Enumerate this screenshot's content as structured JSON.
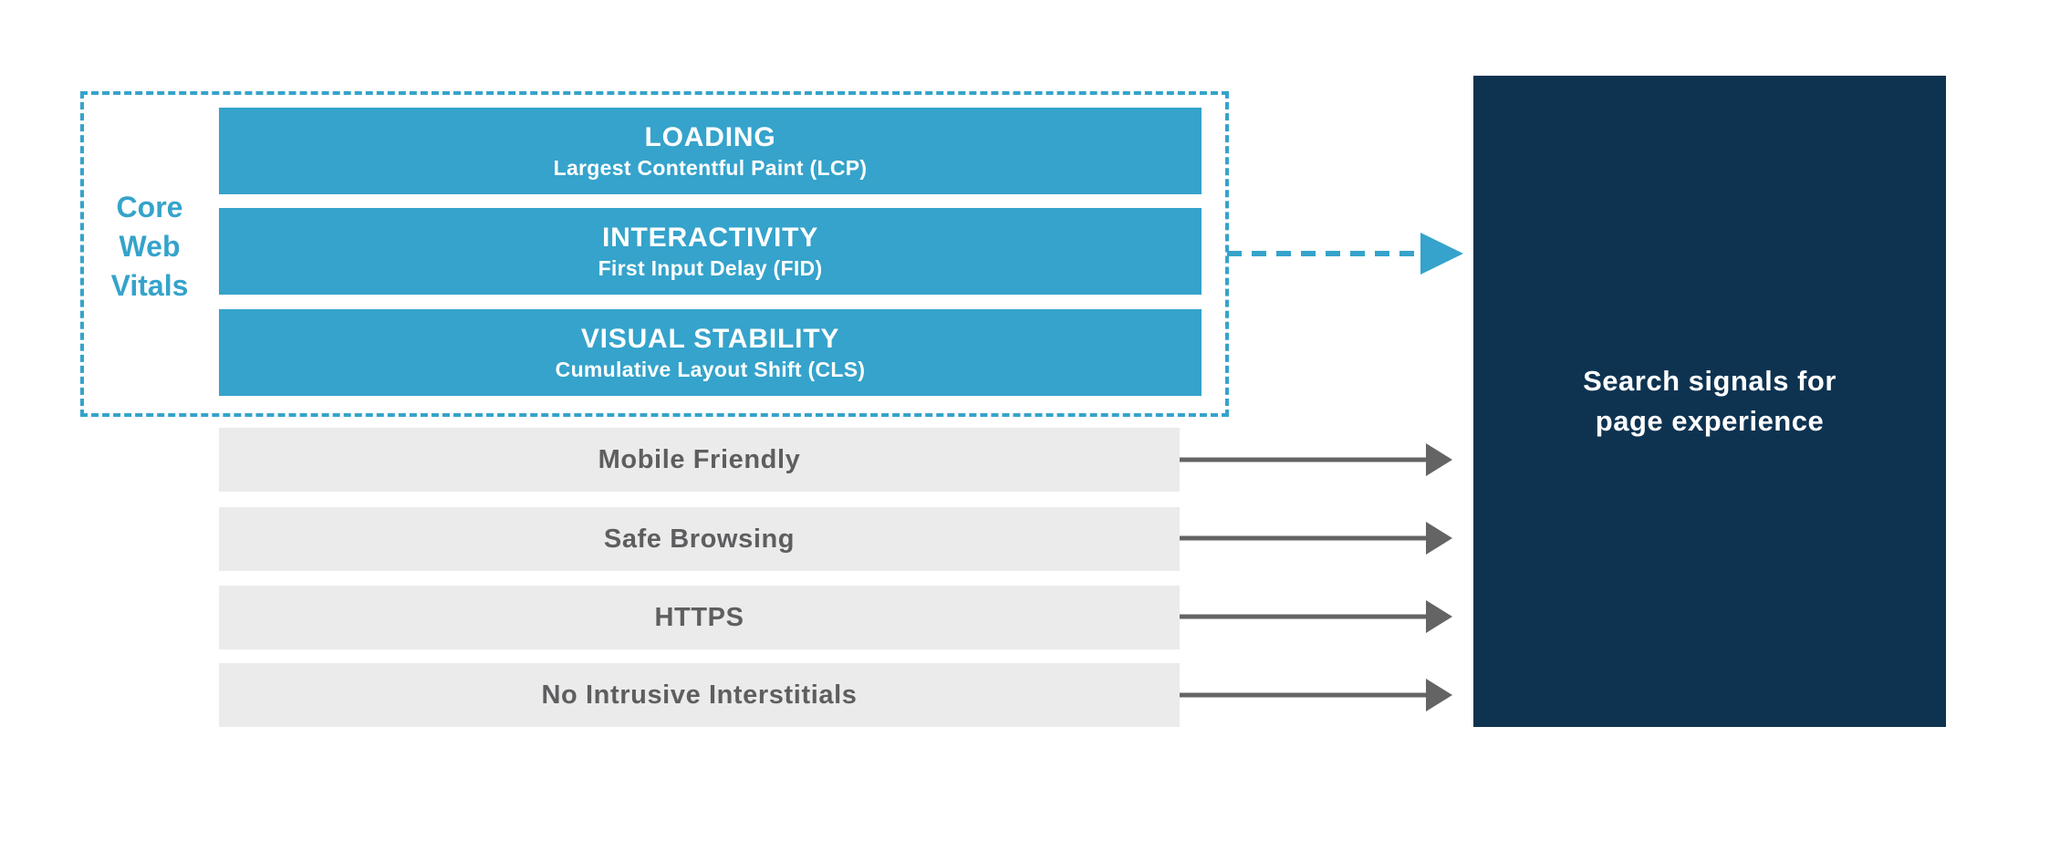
{
  "diagram": {
    "title_context": "Core Web Vitals and search signals for page experience",
    "core_web_vitals": {
      "label_lines": [
        "Core",
        "Web",
        "Vitals"
      ],
      "bars": [
        {
          "title": "LOADING",
          "subtitle": "Largest Contentful Paint (LCP)"
        },
        {
          "title": "INTERACTIVITY",
          "subtitle": "First Input Delay (FID)"
        },
        {
          "title": "VISUAL STABILITY",
          "subtitle": "Cumulative Layout Shift (CLS)"
        }
      ]
    },
    "other_signals": [
      {
        "label": "Mobile Friendly"
      },
      {
        "label": "Safe Browsing"
      },
      {
        "label": "HTTPS"
      },
      {
        "label": "No Intrusive Interstitials"
      }
    ],
    "result_box": {
      "lines": [
        "Search signals for",
        "page experience"
      ]
    },
    "colors": {
      "accent_blue": "#35A3CB",
      "navy_box": "#0E3351",
      "signal_bar_bg": "#EBEBEB",
      "signal_text": "#5E5E60",
      "arrow_gray": "#646464",
      "white": "#FFFFFF"
    }
  }
}
